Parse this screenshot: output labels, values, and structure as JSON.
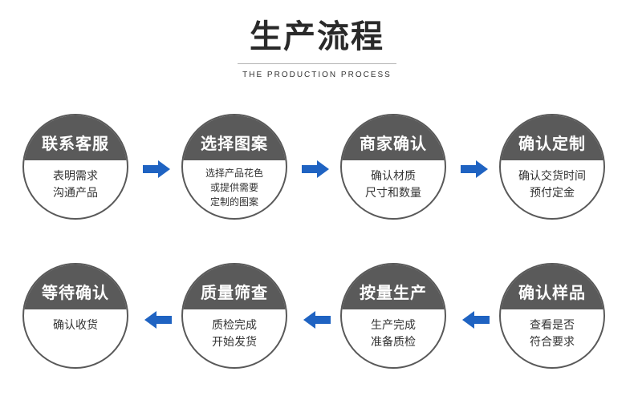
{
  "header": {
    "title": "生产流程",
    "subtitle": "THE PRODUCTION PROCESS"
  },
  "colors": {
    "circle_header": "#5a5a5a",
    "circle_border": "#595959",
    "arrow": "#1f63c2",
    "title_text": "#2a2a2a"
  },
  "steps": [
    {
      "title": "联系客服",
      "lines": [
        "表明需求",
        "沟通产品"
      ]
    },
    {
      "title": "选择图案",
      "lines": [
        "选择产品花色",
        "或提供需要",
        "定制的图案"
      ]
    },
    {
      "title": "商家确认",
      "lines": [
        "确认材质",
        "尺寸和数量"
      ]
    },
    {
      "title": "确认定制",
      "lines": [
        "确认交货时间",
        "预付定金"
      ]
    },
    {
      "title": "确认样品",
      "lines": [
        "查看是否",
        "符合要求"
      ]
    },
    {
      "title": "按量生产",
      "lines": [
        "生产完成",
        "准备质检"
      ]
    },
    {
      "title": "质量筛查",
      "lines": [
        "质检完成",
        "开始发货"
      ]
    },
    {
      "title": "等待确认",
      "lines": [
        "确认收货"
      ]
    }
  ],
  "arrows": [
    {
      "icon": "arrow-right-icon"
    },
    {
      "icon": "arrow-right-icon"
    },
    {
      "icon": "arrow-right-icon"
    },
    {
      "icon": "arrow-left-icon"
    },
    {
      "icon": "arrow-left-icon"
    },
    {
      "icon": "arrow-left-icon"
    }
  ]
}
